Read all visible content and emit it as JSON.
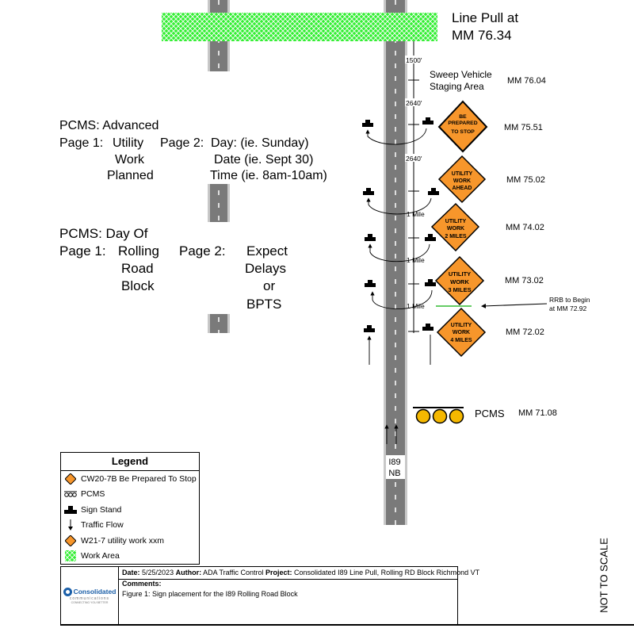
{
  "work_area_label": {
    "line1": "Line Pull at",
    "line2": "MM 76.34"
  },
  "distances": [
    "1500'",
    "2640'",
    "2640'",
    "1 Mile",
    "1 Mile",
    "1 Mile"
  ],
  "sweep_label": {
    "line1": "Sweep Vehicle",
    "line2": "Staging Area",
    "mm": "MM 76.04"
  },
  "signs": [
    {
      "lines": [
        "BE",
        "PREPARED",
        "TO STOP"
      ],
      "mm": "MM 75.51"
    },
    {
      "lines": [
        "UTILITY",
        "WORK",
        "AHEAD"
      ],
      "mm": "MM 75.02"
    },
    {
      "lines": [
        "UTILITY",
        "WORK",
        "2 MILES"
      ],
      "mm": "MM 74.02"
    },
    {
      "lines": [
        "UTILITY",
        "WORK",
        "3 MILES"
      ],
      "mm": "MM 73.02"
    },
    {
      "lines": [
        "UTILITY",
        "WORK",
        "4 MILES"
      ],
      "mm": "MM 72.02"
    }
  ],
  "rrb_note": {
    "line1": "RRB to Begin",
    "line2": "at MM 72.92"
  },
  "pcms": {
    "label": "PCMS",
    "mm": "MM 71.08"
  },
  "road_label": {
    "line1": "I89",
    "line2": "NB"
  },
  "pcms_advanced": {
    "title": "PCMS: Advanced",
    "p1_label": "Page 1:",
    "p1": [
      "Utility",
      "Work",
      "Planned"
    ],
    "p2_label": "Page 2:",
    "p2": [
      "Day: (ie. Sunday)",
      "Date (ie. Sept 30)",
      "Time (ie. 8am-10am)"
    ]
  },
  "pcms_dayof": {
    "title": "PCMS: Day Of",
    "p1_label": "Page 1:",
    "p1": [
      "Rolling",
      "Road",
      "Block"
    ],
    "p2_label": "Page 2:",
    "p2": [
      "Expect",
      "Delays",
      "or",
      "BPTS"
    ]
  },
  "legend": {
    "title": "Legend",
    "items": [
      "CW20-7B Be Prepared To Stop",
      "PCMS",
      "Sign Stand",
      "Traffic Flow",
      "W21-7 utility work xxm",
      "Work Area"
    ]
  },
  "info": {
    "date_label": "Date:",
    "date": "5/25/2023",
    "author_label": "Author:",
    "author": "ADA Traffic Control",
    "project_label": "Project:",
    "project": "Consolidated I89 Line Pull, Rolling RD Block Richmond VT",
    "comments_label": "Comments:",
    "comments": "Figure 1: Sign placement for the I89 Rolling Road Block"
  },
  "logo": {
    "name": "Consolidated",
    "sub": "communications",
    "tag": "CONNECTING YOU BETTER"
  },
  "not_to_scale": "NOT TO SCALE",
  "colors": {
    "sign": "#f7962b",
    "work_area": "#33ee33",
    "road": "#7a7a7a",
    "rrb_line": "#33bb33"
  }
}
